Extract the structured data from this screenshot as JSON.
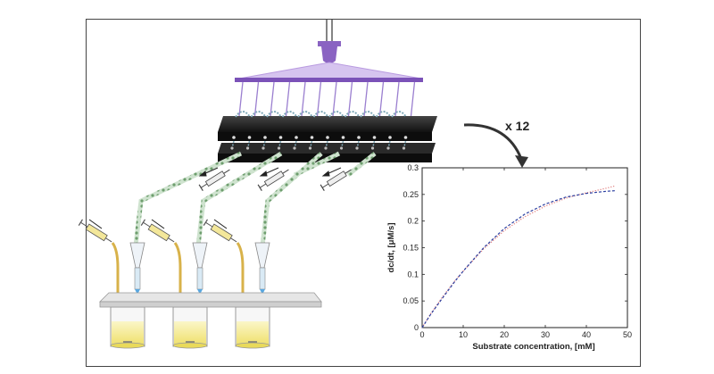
{
  "annotation": {
    "multiplier": "x 12"
  },
  "colors": {
    "purple": "#8a63c2",
    "purple_light": "#b99be0",
    "plate": "#1e1e1e",
    "tube_green": "#8fb98f",
    "tube_gold": "#d8b24a",
    "liquid": "#f2e98a",
    "fit_red": "#e07a7a",
    "data_blue": "#2b3fa0"
  },
  "icons": [
    "syringe-icon",
    "beaker-icon",
    "pipette-tip-icon",
    "curved-arrow-icon"
  ],
  "chart_data": {
    "type": "line",
    "xlabel": "Substrate concentration, [mM]",
    "ylabel": "dc/dt, [μM/s]",
    "xlim": [
      0,
      50
    ],
    "ylim": [
      0,
      0.3
    ],
    "xticks": [
      0,
      10,
      20,
      30,
      40,
      50
    ],
    "yticks": [
      0,
      0.05,
      0.1,
      0.15,
      0.2,
      0.25,
      0.3
    ],
    "grid": false,
    "series": [
      {
        "style": "dotted",
        "color": "#e07a7a",
        "x": [
          0,
          2,
          5,
          8,
          10,
          15,
          20,
          25,
          30,
          35,
          40,
          45,
          47
        ],
        "y": [
          0,
          0.025,
          0.058,
          0.088,
          0.106,
          0.148,
          0.182,
          0.208,
          0.228,
          0.243,
          0.253,
          0.262,
          0.266
        ]
      },
      {
        "style": "dashed",
        "color": "#2b3fa0",
        "x": [
          0,
          2,
          5,
          8,
          10,
          15,
          20,
          25,
          30,
          35,
          40,
          45,
          47
        ],
        "y": [
          0,
          0.024,
          0.056,
          0.087,
          0.106,
          0.15,
          0.186,
          0.213,
          0.232,
          0.245,
          0.252,
          0.256,
          0.257
        ]
      }
    ]
  }
}
